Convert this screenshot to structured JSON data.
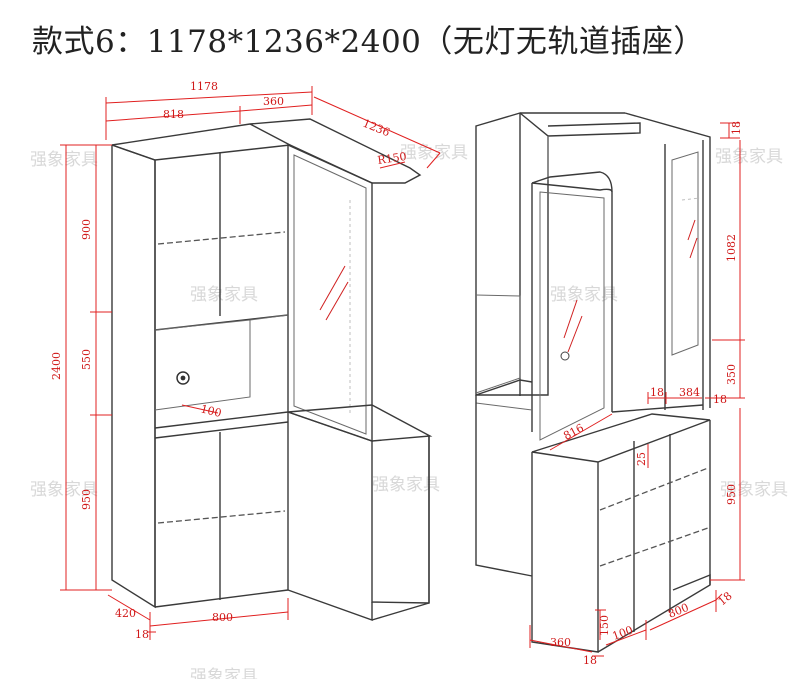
{
  "title": "款式6：1178*1236*2400（无灯无轨道插座）",
  "watermark": "强象家具",
  "left_view": {
    "dims": {
      "total_width": "1178",
      "left_width": "818",
      "right_width": "360",
      "diag_length": "1236",
      "radius": "R150",
      "h_top": "900",
      "h_mid": "550",
      "h_bottom": "950",
      "h_total": "2400",
      "depth": "420",
      "bottom_width": "800",
      "shelf_depth": "100",
      "base": "18"
    }
  },
  "right_view": {
    "dims": {
      "top_thk": "18",
      "h_upper": "1082",
      "h_gap": "350",
      "gap_thk": "18",
      "h_lower": "950",
      "shelf_a": "18",
      "shelf_b": "384",
      "depth_816": "816",
      "top_25": "25",
      "w_360": "360",
      "b_18": "18",
      "w_100": "100",
      "h_150": "150",
      "w_800": "800",
      "r_18": "18"
    }
  },
  "colors": {
    "dimension": "#e02020",
    "outline": "#3a3a3a"
  }
}
